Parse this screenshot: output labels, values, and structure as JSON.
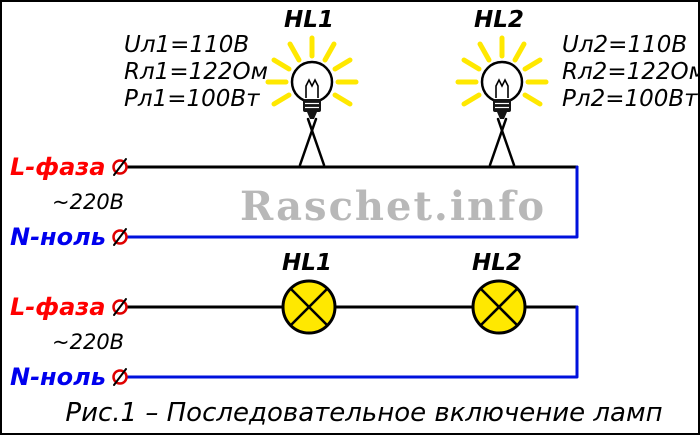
{
  "watermark": "Raschet.info",
  "caption": "Рис.1 – Последовательное включение ламп",
  "top_circuit": {
    "lamp1": {
      "name": "HL1",
      "params": [
        "Uл1=110В",
        "Rл1=122Ом",
        "Рл1=100Вт"
      ]
    },
    "lamp2": {
      "name": "HL2",
      "params": [
        "Uл2=110В",
        "Rл2=122Ом",
        "Рл2=100Вт"
      ]
    },
    "phase_label": "L-фаза",
    "voltage_label": "~220В",
    "neutral_label": "N-ноль"
  },
  "bottom_circuit": {
    "lamp1": "HL1",
    "lamp2": "HL2",
    "phase_label": "L-фаза",
    "voltage_label": "~220В",
    "neutral_label": "N-ноль"
  },
  "colors": {
    "phase_text": "#ff0000",
    "neutral_text": "#0000ee",
    "wire": "#000000",
    "wire_return": "#0011dd",
    "lamp_fill": "#ffe800",
    "watermark": "#b8b8b8"
  }
}
